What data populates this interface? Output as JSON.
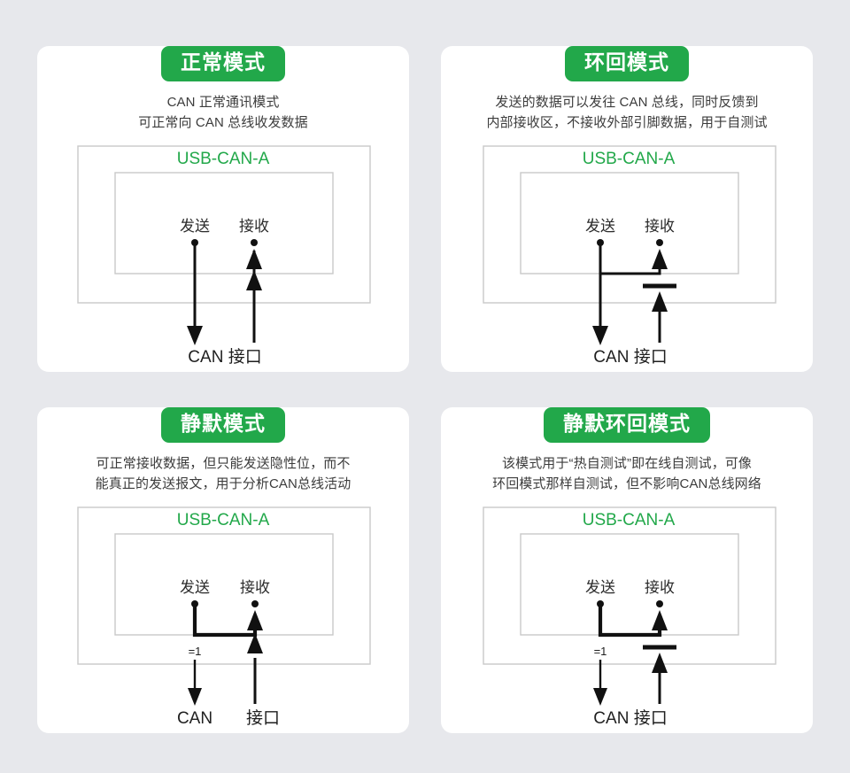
{
  "page": {
    "background_color": "#e7e8ec",
    "card_background": "#ffffff",
    "accent_green": "#22a84a",
    "device_name": "USB-CAN-A"
  },
  "cards": [
    {
      "badge": "正常模式",
      "desc_lines": [
        "CAN 正常通讯模式",
        "可正常向 CAN 总线收发数据"
      ],
      "device_label": "USB-CAN-A",
      "tx_label": "发送",
      "rx_label": "接收",
      "bottom_labels": [
        "CAN 接口"
      ],
      "eq_label": "",
      "diagram_kind": "normal"
    },
    {
      "badge": "环回模式",
      "desc_lines": [
        "发送的数据可以发往 CAN 总线，同时反馈到",
        "内部接收区，不接收外部引脚数据，用于自测试"
      ],
      "device_label": "USB-CAN-A",
      "tx_label": "发送",
      "rx_label": "接收",
      "bottom_labels": [
        "CAN 接口"
      ],
      "eq_label": "",
      "diagram_kind": "loopback"
    },
    {
      "badge": "静默模式",
      "desc_lines": [
        "可正常接收数据，但只能发送隐性位，而不",
        "能真正的发送报文，用于分析CAN总线活动"
      ],
      "device_label": "USB-CAN-A",
      "tx_label": "发送",
      "rx_label": "接收",
      "bottom_labels": [
        "CAN",
        "接口"
      ],
      "eq_label": "=1",
      "diagram_kind": "silent"
    },
    {
      "badge": "静默环回模式",
      "desc_lines": [
        "该模式用于“热自测试”即在线自测试，可像",
        "环回模式那样自测试，但不影响CAN总线网络"
      ],
      "device_label": "USB-CAN-A",
      "tx_label": "发送",
      "rx_label": "接收",
      "bottom_labels": [
        "CAN 接口"
      ],
      "eq_label": "=1",
      "diagram_kind": "silent-loopback"
    }
  ]
}
